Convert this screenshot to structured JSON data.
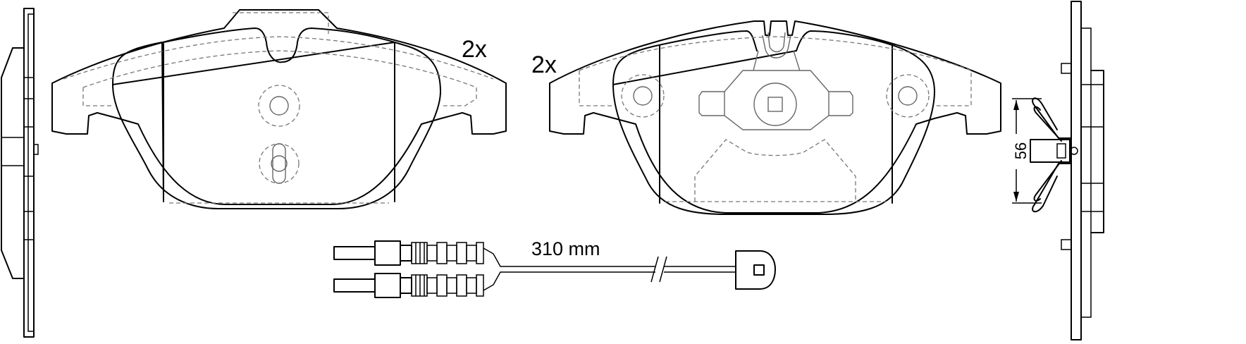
{
  "labels": {
    "quantity_left": "2x",
    "quantity_right": "2x",
    "wire_length": "310 mm",
    "spring_dimension": "56"
  },
  "colors": {
    "line": "#000000",
    "hidden_line": "#777777",
    "background": "#ffffff"
  }
}
